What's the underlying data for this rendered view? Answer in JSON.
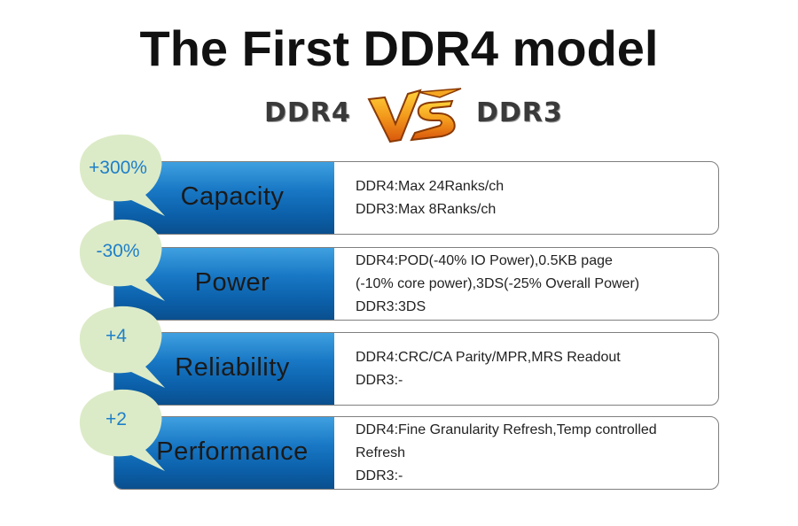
{
  "title": "The First DDR4 model",
  "vs": {
    "left": "DDR4",
    "right": "DDR3",
    "logo": "VS"
  },
  "rows": [
    {
      "badge": "+300%",
      "label": "Capacity",
      "lines": [
        "DDR4:Max 24Ranks/ch",
        "DDR3:Max 8Ranks/ch"
      ]
    },
    {
      "badge": "-30%",
      "label": "Power",
      "lines": [
        "DDR4:POD(-40% IO Power),0.5KB page",
        "(-10% core power),3DS(-25% Overall Power)",
        "DDR3:3DS"
      ]
    },
    {
      "badge": "+4",
      "label": "Reliability",
      "lines": [
        "DDR4:CRC/CA Parity/MPR,MRS Readout",
        "DDR3:-"
      ]
    },
    {
      "badge": "+2",
      "label": "Performance",
      "lines": [
        "DDR4:Fine Granularity Refresh,Temp controlled",
        "Refresh",
        "DDR3:-"
      ]
    }
  ],
  "colors": {
    "label_blue": "#0b5fa8",
    "bubble_green": "#dcebc7",
    "badge_text": "#1e7fc8",
    "vs_orange": "#f08a1a"
  }
}
